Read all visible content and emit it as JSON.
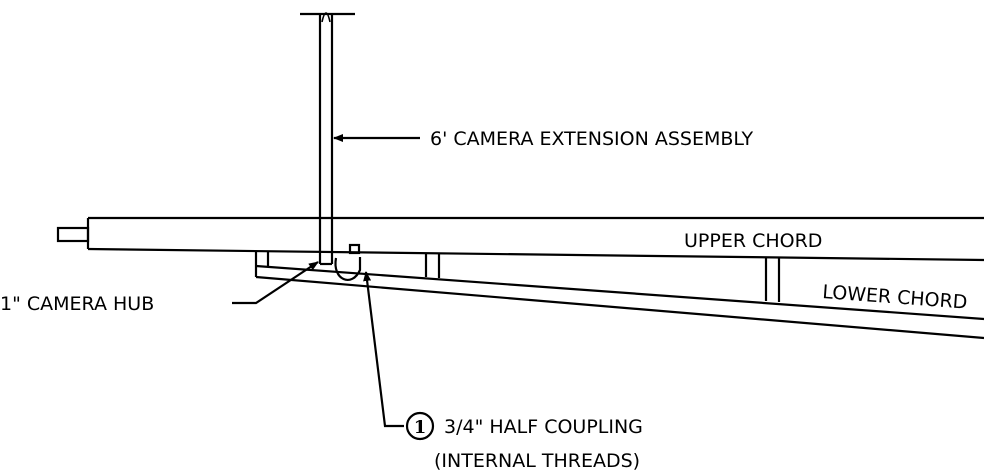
{
  "labels": {
    "extension": "6' CAMERA EXTENSION ASSEMBLY",
    "upper_chord": "UPPER CHORD",
    "lower_chord": "LOWER CHORD",
    "camera_hub": "1\" CAMERA HUB",
    "callout_number": "1",
    "half_coupling": "3/4\" HALF COUPLING",
    "internal_threads": "(INTERNAL THREADS)"
  }
}
